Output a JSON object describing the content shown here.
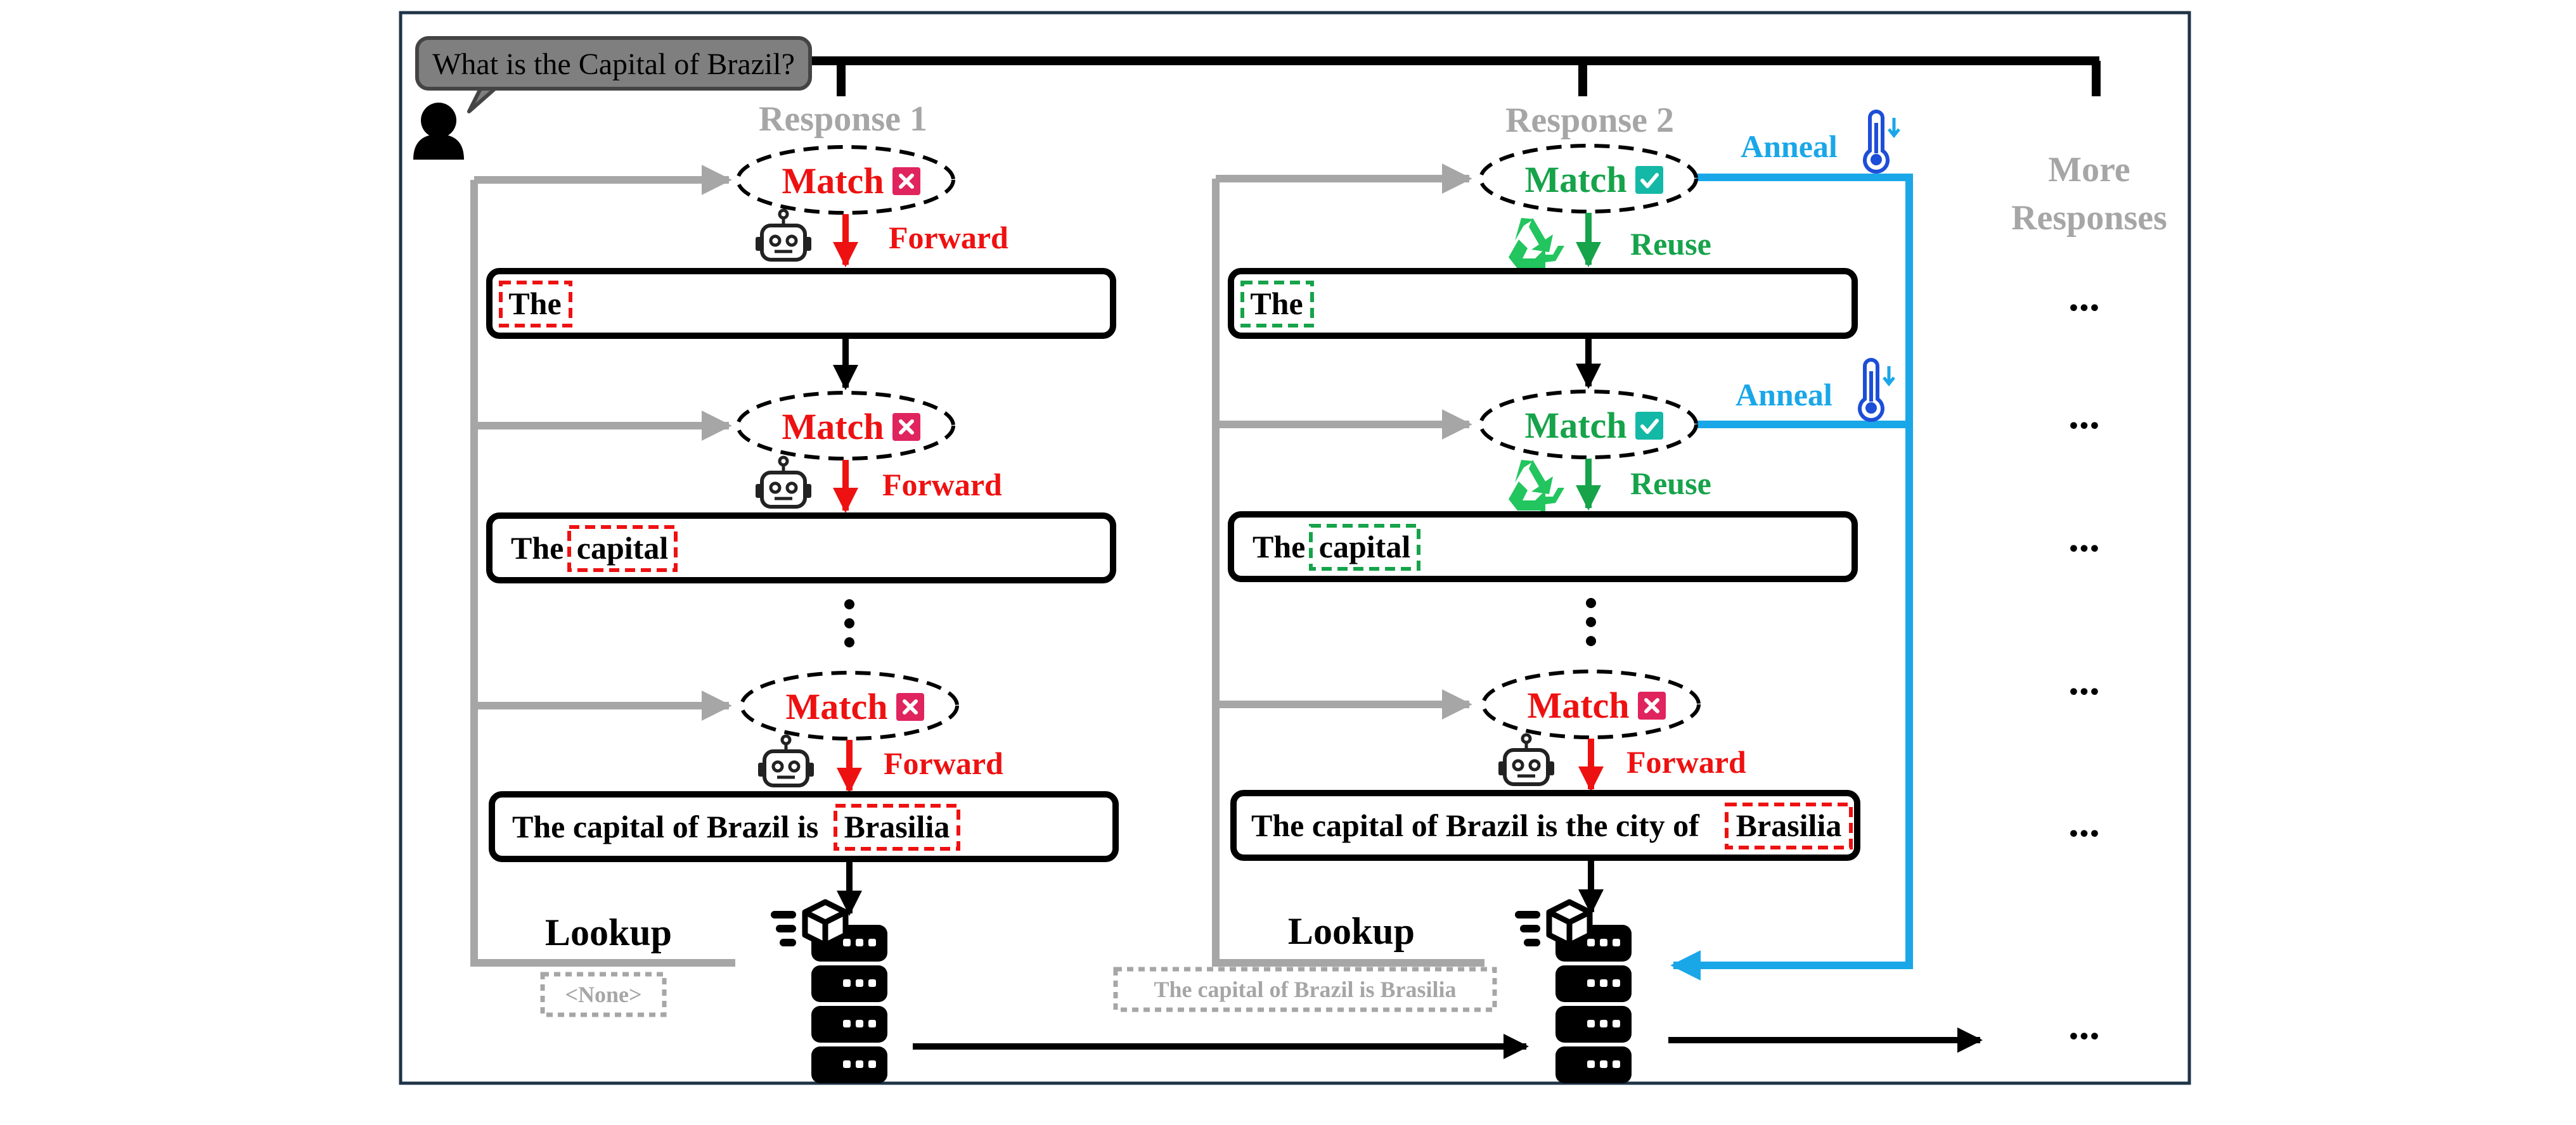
{
  "question": "What is the Capital of Brazil?",
  "responses": [
    {
      "title": "Response 1",
      "match_labels": [
        "Match",
        "Match",
        "Match"
      ],
      "action_labels": [
        "Forward",
        "Forward",
        "Forward"
      ],
      "token_boxes": [
        {
          "prefix": "",
          "token": "The"
        },
        {
          "prefix": "The",
          "token": "capital"
        },
        {
          "prefix": "The capital of Brazil is",
          "token": "Brasilia"
        }
      ],
      "lookup_label": "Lookup",
      "lookup_result": "<None>"
    },
    {
      "title": "Response 2",
      "match_labels": [
        "Match",
        "Match",
        "Match"
      ],
      "action_labels": [
        "Reuse",
        "Reuse",
        "Forward"
      ],
      "token_boxes": [
        {
          "prefix": "",
          "token": "The"
        },
        {
          "prefix": "The",
          "token": "capital"
        },
        {
          "prefix": "The capital of Brazil is the city of",
          "token": "Brasilia"
        }
      ],
      "lookup_label": "Lookup",
      "lookup_result": "The capital of Brazil is Brasilia",
      "anneal_labels": [
        "Anneal",
        "Anneal"
      ]
    }
  ],
  "more_responses": {
    "title_line1": "More",
    "title_line2": "Responses",
    "ellipsis": "..."
  },
  "colors": {
    "red": "#ee1111",
    "green": "#16a34a",
    "blue": "#1aa7e8",
    "gray": "#a6a6a6",
    "black": "#000000",
    "pink_badge": "#e0245e",
    "teal_badge": "#14b8a6",
    "border": "#1f3347"
  },
  "icons": [
    "user-icon",
    "speech-bubble",
    "robot-icon",
    "recycle-icon",
    "thermometer-icon",
    "database-server-icon",
    "cube-icon",
    "check-badge-icon",
    "cross-badge-icon"
  ]
}
